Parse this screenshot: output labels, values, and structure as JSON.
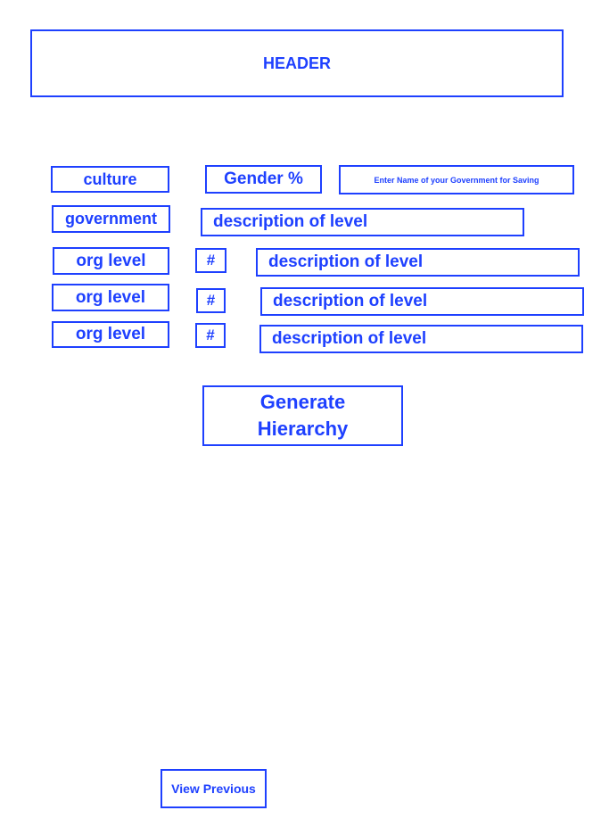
{
  "header": {
    "label": "HEADER"
  },
  "row1": {
    "culture": "culture",
    "gender": "Gender %",
    "government_name_placeholder": "Enter Name of your Government for Saving"
  },
  "row2": {
    "government": "government",
    "description": "description of level"
  },
  "levels": [
    {
      "label": "org level",
      "number": "#",
      "description": "description of level"
    },
    {
      "label": "org level",
      "number": "#",
      "description": "description of level"
    },
    {
      "label": "org level",
      "number": "#",
      "description": "description of level"
    }
  ],
  "actions": {
    "generate_line1": "Generate",
    "generate_line2": "Hierarchy",
    "view_previous": "View Previous"
  },
  "colors": {
    "accent": "#1e40ff",
    "background": "#ffffff"
  }
}
